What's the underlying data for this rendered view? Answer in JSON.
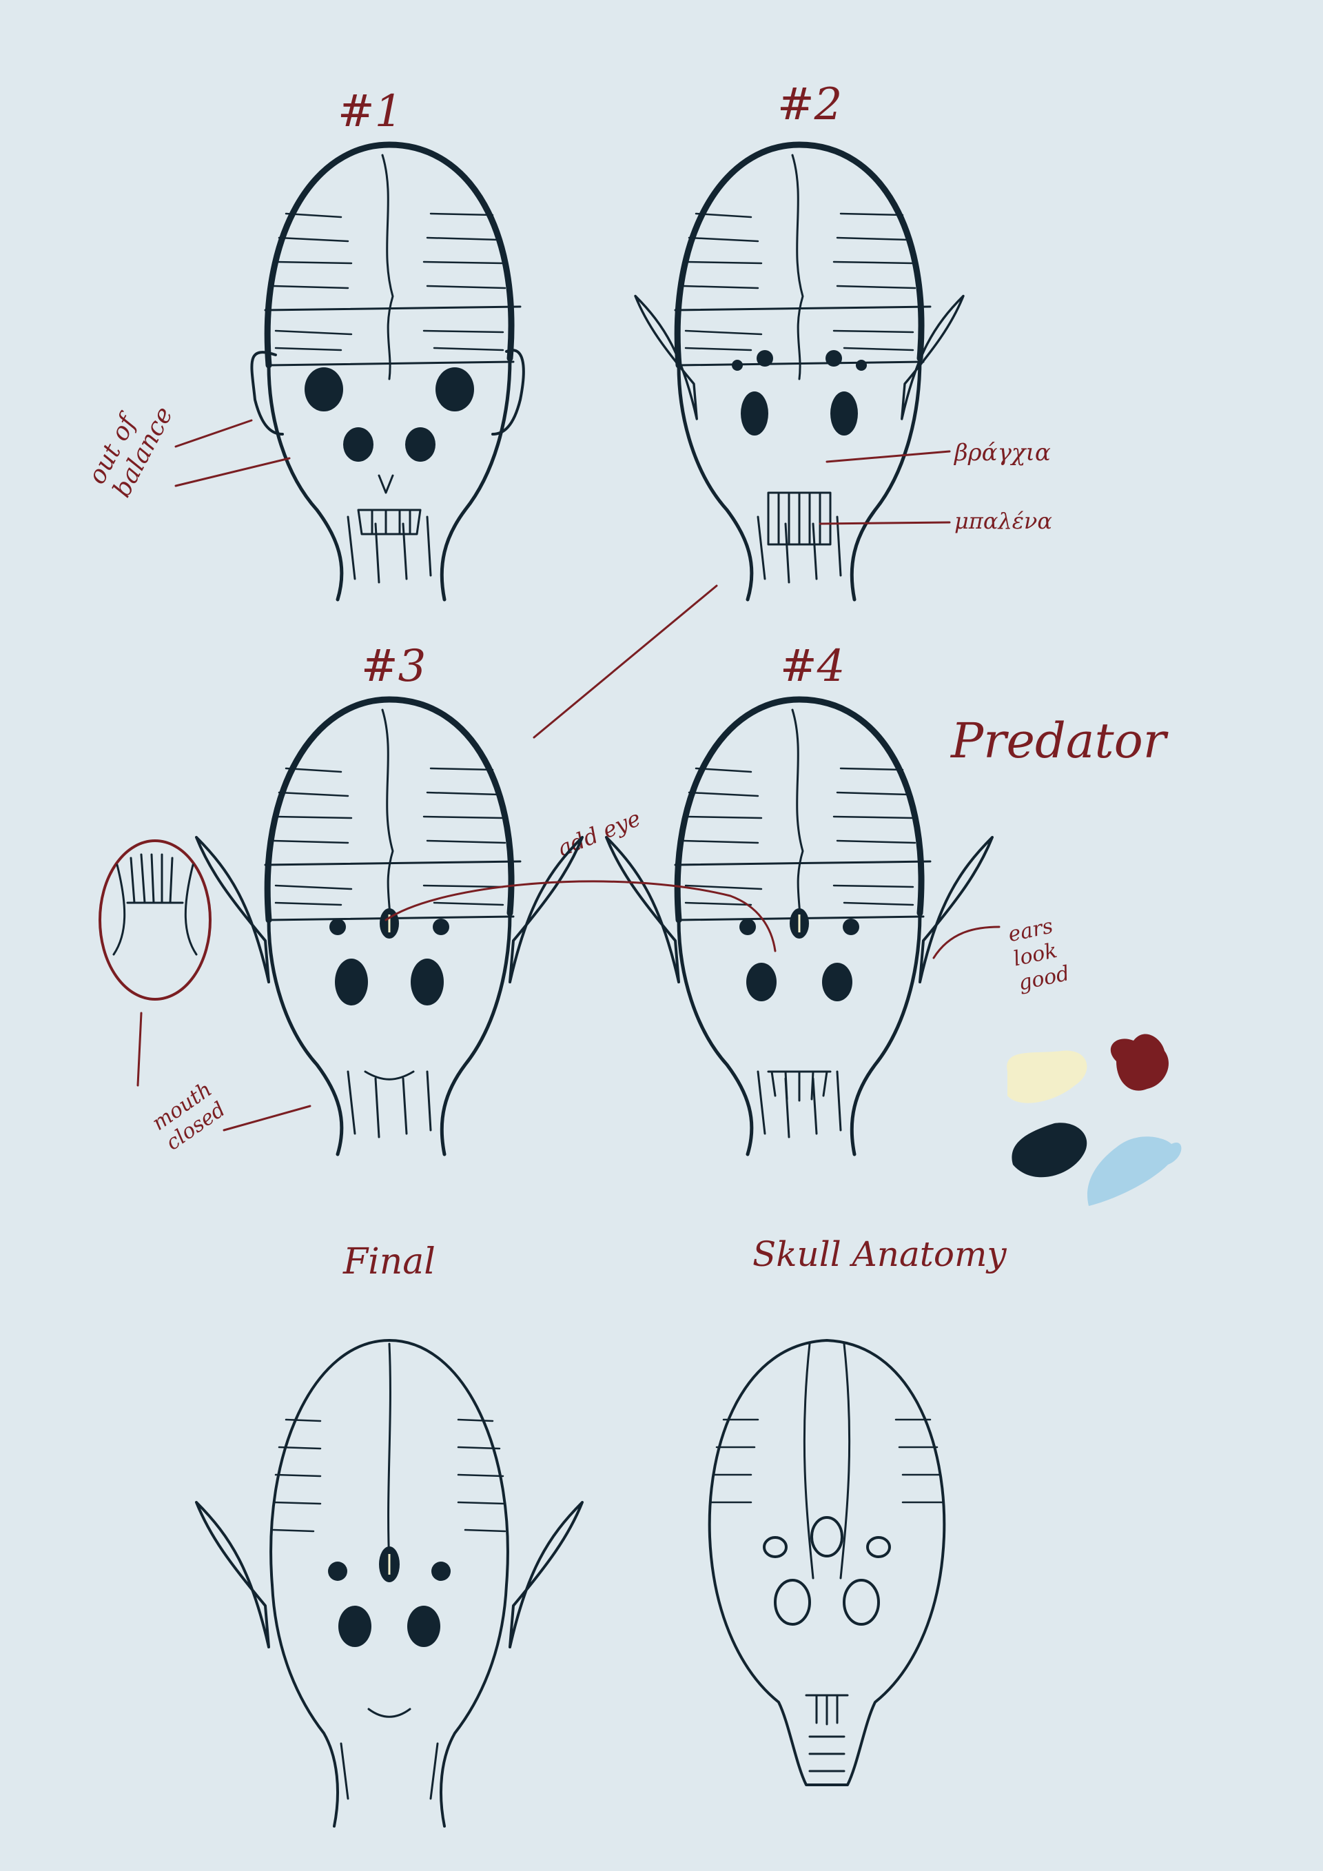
{
  "sheet": {
    "labels": {
      "n1": "#1",
      "n2": "#2",
      "n3": "#3",
      "n4": "#4",
      "final": "Final",
      "skull": "Skull Anatomy",
      "predator": "Predator"
    },
    "notes": {
      "out_of_balance": "out of balance",
      "branchia": "βράγχια",
      "mpalena": "μπαλένα",
      "add_eye": "add eye",
      "mouth_closed": "mouth closed",
      "ears_look_good": "ears look good"
    },
    "palette": [
      "#f3efc9",
      "#7a1e22",
      "#122430",
      "#a8d2e8"
    ],
    "colors": {
      "background": "#dfe9ee",
      "ink": "#122430",
      "annotation": "#7a1e22"
    }
  }
}
